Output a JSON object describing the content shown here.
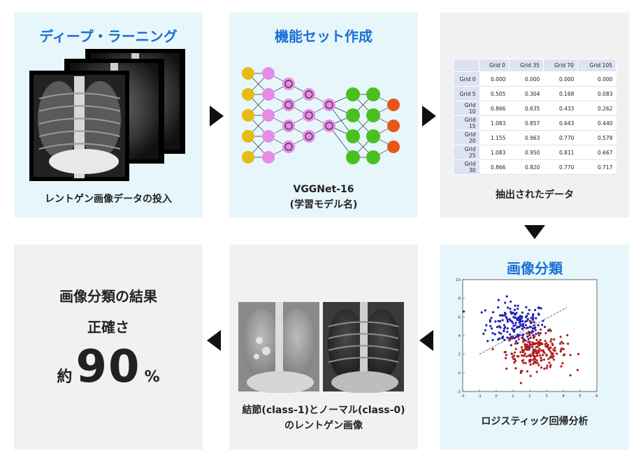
{
  "panel1": {
    "title": "ディープ・ラーニング",
    "caption": "レントゲン画像データの投入"
  },
  "panel2": {
    "title": "機能セット作成",
    "caption_line1": "VGGNet-16",
    "caption_line2": "(学習モデル名)"
  },
  "panel3": {
    "caption": "抽出されたデータ",
    "table": {
      "columns": [
        "",
        "Grid 0",
        "Grid 35",
        "Grid 70",
        "Grid 105"
      ],
      "rows": [
        [
          "Grid 0",
          "0.000",
          "0.000",
          "0.000",
          "0.000"
        ],
        [
          "Grid 5",
          "0.505",
          "0.304",
          "0.168",
          "0.083"
        ],
        [
          "Grid 10",
          "0.866",
          "0.635",
          "0.433",
          "0.262"
        ],
        [
          "Grid 15",
          "1.083",
          "0.857",
          "0.643",
          "0.440"
        ],
        [
          "Grid 20",
          "1.155",
          "0.963",
          "0.770",
          "0.578"
        ],
        [
          "Grid 25",
          "1.083",
          "0.950",
          "0.811",
          "0.667"
        ],
        [
          "Grid 30",
          "0.866",
          "0.820",
          "0.770",
          "0.717"
        ]
      ]
    }
  },
  "panel4": {
    "title": "画像分類",
    "caption": "ロジスティック回帰分析",
    "chart_data": {
      "type": "scatter",
      "xlim": [
        -2,
        6
      ],
      "ylim": [
        -2,
        10
      ],
      "x_ticks": [
        "-2",
        "-1",
        "0",
        "1",
        "2",
        "3",
        "4",
        "5",
        "6"
      ],
      "y_ticks": [
        "-2",
        "0",
        "2",
        "4",
        "6",
        "8",
        "10"
      ],
      "series": [
        {
          "color": "#1f1fb0",
          "center": [
            1.2,
            5.2
          ],
          "spread": [
            0.9,
            1.2
          ],
          "count": 180
        },
        {
          "color": "#b01f1f",
          "center": [
            2.4,
            2.3
          ],
          "spread": [
            0.9,
            1.0
          ],
          "count": 220
        }
      ],
      "decision_boundary": {
        "x": [
          -1,
          4.2
        ],
        "y": [
          2.0,
          7.0
        ],
        "style": "dashed"
      },
      "grid": false
    }
  },
  "panel5": {
    "caption_line1": "結節(class-1)とノーマル(class-0)",
    "caption_line2": "のレントゲン画像"
  },
  "panel6": {
    "line1": "画像分類の結果",
    "line2": "正確さ",
    "prefix": "約",
    "number": "90",
    "unit": "%"
  },
  "colors": {
    "accent": "#1a6fd6",
    "panel_blue": "#e6f6fb",
    "panel_gray": "#f1f1f1"
  }
}
